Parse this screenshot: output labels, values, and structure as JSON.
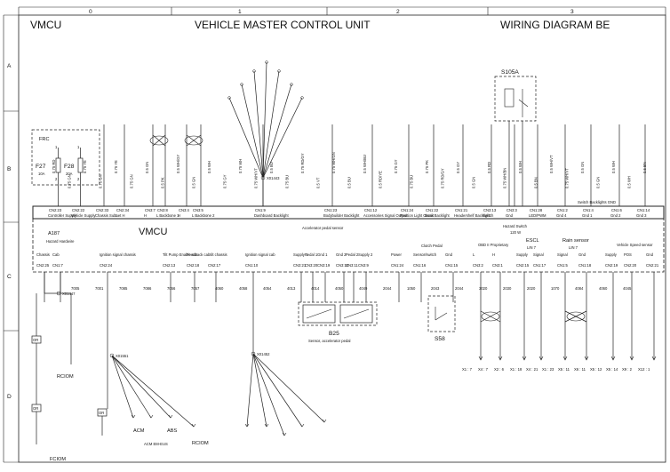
{
  "header": {
    "left_code": "VMCU",
    "title": "VEHICLE MASTER CONTROL UNIT",
    "right_title": "WIRING DIAGRAM BE",
    "columns": [
      "0",
      "1",
      "2",
      "3"
    ],
    "rows": [
      "A",
      "B",
      "C",
      "D"
    ]
  },
  "frc": {
    "label": "FRC",
    "fuses": [
      {
        "id": "F27",
        "rating": "10A"
      },
      {
        "id": "F28",
        "rating": "20A"
      }
    ]
  },
  "unit": {
    "name": "VMCU",
    "sub": "A187",
    "relay": "S105A",
    "resistor": "120 W",
    "hazard_hardwire": "Hazard Hardwire",
    "chassis": "Chassis",
    "cab": "Cab"
  },
  "top_connectors": [
    {
      "pin": "CN2:23",
      "label": "Controller Supply"
    },
    {
      "pin": "CN2:22",
      "label": "Vehicle Supply"
    },
    {
      "pin": "CN2:33",
      "label": "Chassis Subnet H"
    },
    {
      "pin": "CN2:34",
      "label": "L"
    },
    {
      "pin": "CN3:7",
      "label": "H"
    },
    {
      "pin": "CN3:8",
      "label": "L Backbone 1"
    },
    {
      "pin": "CN3:4",
      "label": "H"
    },
    {
      "pin": "CN3:5",
      "label": "L Backbone 2"
    },
    {
      "pin": "CN1:9",
      "label": "Dashboard Backlight"
    },
    {
      "pin": "CN1:23",
      "label": "Bodybuilder Backlight"
    },
    {
      "pin": "CN1:12",
      "label": "Accessories Signal Output"
    },
    {
      "pin": "CN1:24",
      "label": "Position Light Circuit"
    },
    {
      "pin": "CN1:22",
      "label": "Bunk Backlight"
    },
    {
      "pin": "CN1:21",
      "label": "Headershelf Backlight"
    },
    {
      "pin": "CN3:13",
      "label": "Switch"
    },
    {
      "pin": "CN3:3",
      "label": "Gnd"
    },
    {
      "pin": "CN1:28",
      "label": "LED/PWM"
    },
    {
      "pin": "CN1:2",
      "label": "Gnd 4"
    },
    {
      "pin": "CN1:4",
      "label": "Gnd 1"
    },
    {
      "pin": "CN1:6",
      "label": "Gnd 2"
    },
    {
      "pin": "CN1:14",
      "label": "Gnd 3"
    }
  ],
  "switch_group_label": "Switch Backlights GND",
  "bottom_connectors": [
    {
      "pin": "CN2:25",
      "label": "Chassis"
    },
    {
      "pin": "CN1:7",
      "label": "Cab"
    },
    {
      "pin": "CN2:24",
      "label": "Ignition signal chassis"
    },
    {
      "pin": "CN2:13",
      "label": "Tilt Pump Enable out"
    },
    {
      "pin": "CN2:18",
      "label": "Feedback cabtilt chassis"
    },
    {
      "pin": "CN2:17",
      "label": ""
    },
    {
      "pin": "CN1:10",
      "label": "Ignition signal cab"
    },
    {
      "pin": "CN3:21",
      "label": "Supply 1"
    },
    {
      "pin": "CN3:20",
      "label": "Pedal 1"
    },
    {
      "pin": "CN3:19",
      "label": "Gnd 1"
    },
    {
      "pin": "CN3:10",
      "label": "Gnd 2"
    },
    {
      "pin": "CN3:11",
      "label": "Pedal 2"
    },
    {
      "pin": "CN3:9",
      "label": "Supply 2"
    },
    {
      "pin": "CN1:24",
      "label": "Power"
    },
    {
      "pin": "CN1:16",
      "label": "Sensor/switch"
    },
    {
      "pin": "CN1:15",
      "label": "Gnd"
    },
    {
      "pin": "CN3:2",
      "label": "L"
    },
    {
      "pin": "CN3:1",
      "label": "H"
    },
    {
      "pin": "CN2:15",
      "label": "Supply"
    },
    {
      "pin": "CN1:17",
      "label": "Signal"
    },
    {
      "pin": "CN1:5",
      "label": "Signal"
    },
    {
      "pin": "CN1:18",
      "label": "Gnd"
    },
    {
      "pin": "CN2:19",
      "label": "Supply"
    },
    {
      "pin": "CN2:20",
      "label": "POS"
    },
    {
      "pin": "CN2:21",
      "label": "Gnd"
    }
  ],
  "groups": {
    "accel": "Accelerator pedal sensor",
    "clutch": "Clutch Pedal",
    "hazard": "Hazard Switch",
    "obd": "OBD II Proprietary",
    "escl": "ESCL",
    "escl_sub": "LIN 7",
    "rain": "Rain sensor",
    "rain_sub": "LIN 7",
    "speed": "Vehicle Speed sensor"
  },
  "components": {
    "b25": "B25",
    "b25_desc": "Sensor, accelerator pedal",
    "s58": "S58",
    "rciom": "RCIOM",
    "fciom": "FCIOM",
    "acm": "ACM",
    "abs": "ABS",
    "rcm": "RCIOM",
    "acm_em": "ACM EM-EUS"
  },
  "wire_labels": [
    "0.75 RD",
    "0.75 GN",
    "0.75 YE",
    "0.75 GN",
    "0.75 YE",
    "0.75 GN",
    "0.5 GN",
    "0.5 PK",
    "0.5 WH/GY",
    "0.5 GN",
    "0.5 WH",
    "0.75 GY",
    "0.75 WH",
    "0.75 WH/VT",
    "0.5 BU",
    "0.75 BU",
    "0.75 RD/GY",
    "0.5 VT",
    "0.75 WH/GN",
    "0.5 BU",
    "0.5 WH/BU",
    "0.5 RD/YE",
    "0.75 GY",
    "0.75 BU",
    "0.75 PK",
    "0.75 RD/GY",
    "0.5 GY",
    "0.5 GN",
    "0.5 RD",
    "0.75 WH/BN",
    "0.5 WH",
    "0.5 BN",
    "0.5 WH/VT",
    "0.75 WH/VT",
    "0.5 GN",
    "0.5 GN",
    "0.5 WH",
    "0.5 WH",
    "0.5 BN"
  ],
  "wire_codes": [
    "7005",
    "7001",
    "7085",
    "7086",
    "7056",
    "7057",
    "4060",
    "4058",
    "4054",
    "4013",
    "4014",
    "4050",
    "4049",
    "2044",
    "1050",
    "2043",
    "2044",
    "3020",
    "2030",
    "2020",
    "1070",
    "4084",
    "4060",
    "4045"
  ],
  "pin_refs": [
    "X1 : 7",
    "X4 : 7",
    "X2 : 6",
    "X1 : 18",
    "X4 : 21",
    "X1 : 23",
    "X5 : 11",
    "X6 : 11",
    "X5 : 12",
    "X5 : 14",
    "X9 : 2",
    "X12 : 1"
  ],
  "splices": [
    "X01443",
    "X01447",
    "X01452",
    "X01551"
  ],
  "inline_connectors": [
    "OR",
    "OR",
    "OR",
    "OR"
  ],
  "fuse_pins": [
    "1",
    "2",
    "1",
    "2"
  ]
}
